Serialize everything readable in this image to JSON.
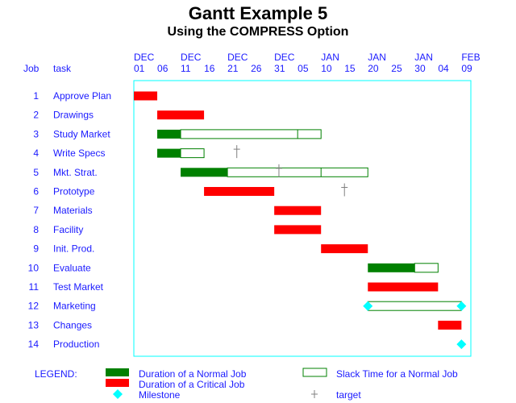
{
  "chart_data": {
    "type": "gantt",
    "title": "Gantt Example 5",
    "subtitle": "Using the COMPRESS Option",
    "columns": {
      "job": "Job",
      "task": "task"
    },
    "x_range": [
      "DEC01",
      "FEB11"
    ],
    "x_ticks": [
      {
        "month": "DEC",
        "day": "01"
      },
      {
        "month": "",
        "day": "06"
      },
      {
        "month": "DEC",
        "day": "11"
      },
      {
        "month": "",
        "day": "16"
      },
      {
        "month": "DEC",
        "day": "21"
      },
      {
        "month": "",
        "day": "26"
      },
      {
        "month": "DEC",
        "day": "31"
      },
      {
        "month": "",
        "day": "05"
      },
      {
        "month": "JAN",
        "day": "10"
      },
      {
        "month": "",
        "day": "15"
      },
      {
        "month": "JAN",
        "day": "20"
      },
      {
        "month": "",
        "day": "25"
      },
      {
        "month": "JAN",
        "day": "30"
      },
      {
        "month": "",
        "day": "04"
      },
      {
        "month": "FEB",
        "day": "09"
      }
    ],
    "tasks": [
      {
        "job": "1",
        "name": "Approve Plan",
        "start": "DEC01",
        "end": "DEC06",
        "type": "critical"
      },
      {
        "job": "2",
        "name": "Drawings",
        "start": "DEC06",
        "end": "DEC16",
        "type": "critical"
      },
      {
        "job": "3",
        "name": "Study Market",
        "start": "DEC06",
        "end": "DEC11",
        "type": "normal",
        "slack_end": "JAN05",
        "slack_end2": "JAN10"
      },
      {
        "job": "4",
        "name": "Write Specs",
        "start": "DEC06",
        "end": "DEC11",
        "type": "normal",
        "slack_end": "DEC16",
        "target": "DEC23"
      },
      {
        "job": "5",
        "name": "Mkt. Strat.",
        "start": "DEC11",
        "end": "DEC21",
        "type": "normal",
        "slack_end": "JAN10",
        "slack_end2": "JAN20",
        "target": "JAN01"
      },
      {
        "job": "6",
        "name": "Prototype",
        "start": "DEC16",
        "end": "DEC31",
        "type": "critical",
        "target": "JAN15"
      },
      {
        "job": "7",
        "name": "Materials",
        "start": "DEC31",
        "end": "JAN10",
        "type": "critical"
      },
      {
        "job": "8",
        "name": "Facility",
        "start": "DEC31",
        "end": "JAN10",
        "type": "critical"
      },
      {
        "job": "9",
        "name": "Init. Prod.",
        "start": "JAN10",
        "end": "JAN20",
        "type": "critical"
      },
      {
        "job": "10",
        "name": "Evaluate",
        "start": "JAN20",
        "end": "JAN30",
        "type": "normal",
        "slack_end": "FEB04"
      },
      {
        "job": "11",
        "name": "Test Market",
        "start": "JAN20",
        "end": "FEB04",
        "type": "critical"
      },
      {
        "job": "12",
        "name": "Marketing",
        "start": "JAN20",
        "end": "JAN20",
        "type": "milestone",
        "slack_end": "FEB09",
        "milestone_end": "FEB09"
      },
      {
        "job": "13",
        "name": "Changes",
        "start": "FEB04",
        "end": "FEB09",
        "type": "critical"
      },
      {
        "job": "14",
        "name": "Production",
        "start": "FEB09",
        "end": "FEB09",
        "type": "milestone"
      }
    ],
    "legend": {
      "label": "LEGEND:",
      "normal": "Duration of a Normal Job",
      "critical": "Duration of a Critical Job",
      "slack": "Slack Time for a Normal Job",
      "milestone": "Milestone",
      "target": "target"
    },
    "colors": {
      "normal": "#008000",
      "critical": "#ff0000",
      "slack_outline": "#008000",
      "milestone": "#00ffff",
      "frame": "#00ffff",
      "text": "#1a1aff",
      "target": "#808080"
    }
  }
}
